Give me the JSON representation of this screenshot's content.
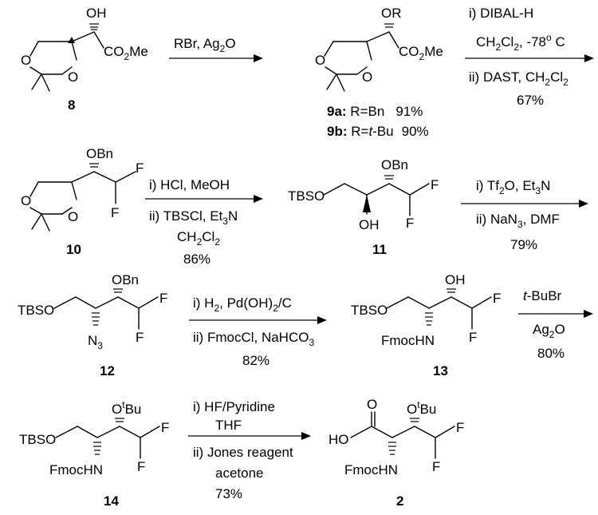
{
  "compounds": {
    "c8": {
      "number": "8",
      "oh": "OH",
      "ester": "CO",
      "ester_sub": "2",
      "ester_tail": "Me",
      "o1": "O",
      "o2": "O"
    },
    "c9": {
      "or": "OR",
      "ester": "CO",
      "ester_sub": "2",
      "ester_tail": "Me",
      "o1": "O",
      "o2": "O",
      "line_a_num": "9a:",
      "line_a_text": " R=Bn",
      "line_a_yield": "91%",
      "line_b_num": "9b:",
      "line_b_pre": " R=",
      "line_b_ital": "t",
      "line_b_post": "-Bu",
      "line_b_yield": "90%"
    },
    "c10": {
      "number": "10",
      "obn": "OBn",
      "f1": "F",
      "f2": "F",
      "o1": "O",
      "o2": "O"
    },
    "c11": {
      "number": "11",
      "obn": "OBn",
      "tbso": "TBSO",
      "oh": "OH",
      "f1": "F",
      "f2": "F"
    },
    "c12": {
      "number": "12",
      "obn": "OBn",
      "tbso": "TBSO",
      "n3": "N",
      "n3_sub": "3",
      "f1": "F",
      "f2": "F"
    },
    "c13": {
      "number": "13",
      "oh": "OH",
      "tbso": "TBSO",
      "fmoc": "FmocHN",
      "f1": "F",
      "f2": "F"
    },
    "c14": {
      "number": "14",
      "otbu": "O",
      "otbu_sup": "t",
      "otbu_tail": "Bu",
      "tbso": "TBSO",
      "fmoc": "FmocHN",
      "f1": "F",
      "f2": "F"
    },
    "c2": {
      "number": "2",
      "otbu": "O",
      "otbu_sup": "t",
      "otbu_tail": "Bu",
      "ho": "HO",
      "o_carbonyl": "O",
      "fmoc": "FmocHN",
      "f1": "F",
      "f2": "F"
    }
  },
  "reactions": {
    "r1": {
      "line1_pre": "RBr, Ag",
      "line1_sub": "2",
      "line1_post": "O"
    },
    "r2": {
      "line1": "i) DIBAL-H",
      "line2_pre": "CH",
      "line2_sub1": "2",
      "line2_mid": "Cl",
      "line2_sub2": "2",
      "line2_post": ", -78",
      "line2_sup": "o",
      "line2_tail": " C",
      "line3_pre": "ii) DAST, CH",
      "line3_sub1": "2",
      "line3_mid": "Cl",
      "line3_sub2": "2",
      "yield": "67%"
    },
    "r3": {
      "line1": "i) HCl, MeOH",
      "line2_pre": "ii) TBSCl, Et",
      "line2_sub": "3",
      "line2_post": "N",
      "line3_pre": "CH",
      "line3_sub1": "2",
      "line3_mid": "Cl",
      "line3_sub2": "2",
      "yield": "86%"
    },
    "r4": {
      "line1_pre": "i) Tf",
      "line1_sub": "2",
      "line1_mid": "O, Et",
      "line1_sub2": "3",
      "line1_post": "N",
      "line2_pre": "ii) NaN",
      "line2_sub": "3",
      "line2_post": ", DMF",
      "yield": "79%"
    },
    "r5": {
      "line1_pre": "i) H",
      "line1_sub": "2",
      "line1_mid": ", Pd(OH)",
      "line1_sub2": "2",
      "line1_post": "/C",
      "line2_pre": "ii) FmocCl, NaHCO",
      "line2_sub": "3",
      "yield": "82%"
    },
    "r6": {
      "line1_ital": "t",
      "line1_post": "-BuBr",
      "line2_pre": "Ag",
      "line2_sub": "2",
      "line2_post": "O",
      "yield": "80%"
    },
    "r7": {
      "line1": "i) HF/Pyridine",
      "line2": "THF",
      "line3": "ii) Jones reagent",
      "line4": "acetone",
      "yield": "73%"
    }
  }
}
